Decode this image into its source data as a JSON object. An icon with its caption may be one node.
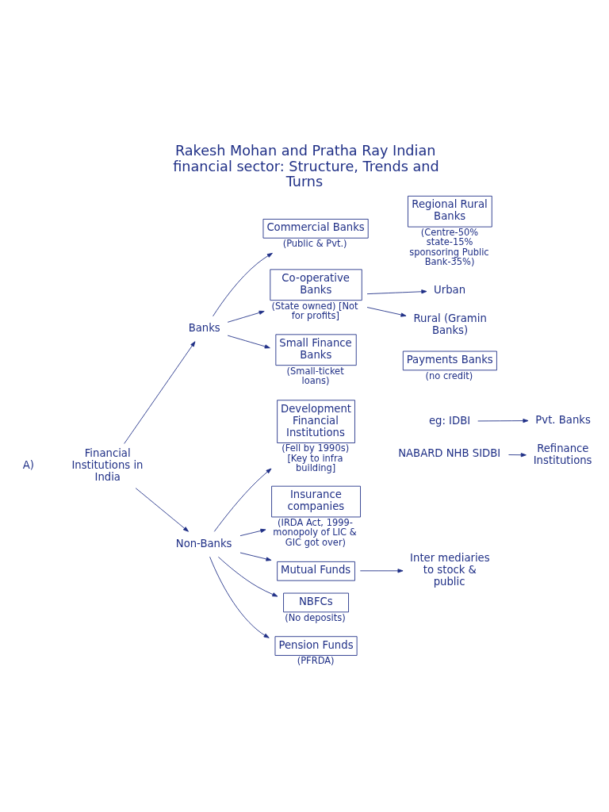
{
  "diagram": {
    "title": "Rakesh Mohan and Pratha Ray Indian financial sector: Structure, Trends and Turns",
    "nodes": [
      {
        "text": [
          "Financial Institutions in India"
        ]
      },
      {
        "text": [
          "Banks"
        ]
      },
      {
        "text": [
          "Non-Banks"
        ]
      },
      {
        "text": [
          "Commercial Banks"
        ],
        "beside": [
          "(Public & Pvt.)"
        ]
      },
      {
        "text": [
          "Co-operative Banks"
        ],
        "beside": [
          "(State owned) [Not for profits]"
        ]
      },
      {
        "text": [
          "Small Finance Banks"
        ],
        "beside": [
          "(Small-ticket loans)"
        ]
      },
      {
        "text": [
          "Payments Banks"
        ],
        "beside": [
          "(no credit)"
        ]
      },
      {
        "text": [
          "Regional Rural Banks"
        ],
        "beside": [
          "(Centre-50% state-15% sponsoring Public Bank-35%)"
        ]
      },
      {
        "text": [
          "Urban"
        ]
      },
      {
        "text": [
          "Rural (Gramin Banks)"
        ]
      },
      {
        "text": [
          "Development Financial Institutions"
        ],
        "beside": [
          "(Fell by 1990s) [Key to infra building]"
        ]
      },
      {
        "text": [
          "Insurance companies"
        ],
        "beside": [
          "(IRDA Act, 1999- monopoly of LIC & GIC got over)"
        ]
      },
      {
        "text": [
          "Mutual Funds"
        ]
      },
      {
        "text": [
          "Inter mediaries to stock & public"
        ]
      },
      {
        "text": [
          "NBFCs"
        ],
        "beside": [
          "(No deposits)"
        ]
      },
      {
        "text": [
          "Pension Funds"
        ],
        "beside": [
          "(PFRDA)"
        ]
      },
      {
        "text": [
          "eg: IDBI"
        ]
      },
      {
        "text": [
          "Pvt. Banks"
        ]
      },
      {
        "text": [
          "NABARD NHB SIDBI"
        ]
      },
      {
        "text": [
          "Refinance Institutions"
        ]
      }
    ],
    "edges": [
      {
        "from": 0,
        "to": 1,
        "arrow": "to"
      },
      {
        "from": 0,
        "to": 2,
        "arrow": "to"
      },
      {
        "from": 1,
        "to": 3,
        "arrow": "to"
      },
      {
        "from": 1,
        "to": 4,
        "arrow": "to"
      },
      {
        "from": 1,
        "to": 5,
        "arrow": "to"
      },
      {
        "from": 4,
        "to": 8,
        "arrow": "to"
      },
      {
        "from": 4,
        "to": 9,
        "arrow": "to"
      },
      {
        "from": 2,
        "to": 10,
        "arrow": "to"
      },
      {
        "from": 2,
        "to": 11,
        "arrow": "to"
      },
      {
        "from": 2,
        "to": 12,
        "arrow": "to"
      },
      {
        "from": 2,
        "to": 14,
        "arrow": "to"
      },
      {
        "from": 2,
        "to": 15,
        "arrow": "to"
      },
      {
        "from": 12,
        "to": 13,
        "arrow": "to"
      },
      {
        "from": 16,
        "to": 17,
        "arrow": "to"
      },
      {
        "from": 18,
        "to": 19,
        "arrow": "to"
      }
    ],
    "labels": [
      "A)"
    ]
  }
}
